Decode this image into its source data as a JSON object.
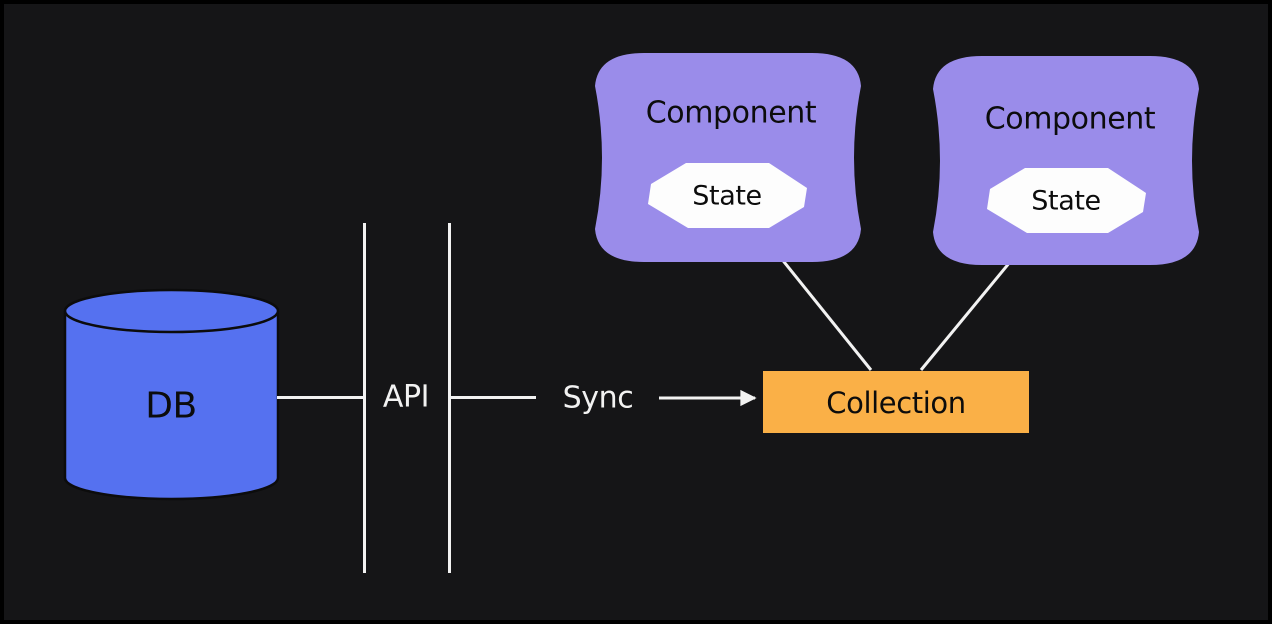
{
  "diagram": {
    "description": "Data flow diagram: DB syncs through an API boundary into a Collection, which feeds State inside two Components"
  },
  "colors": {
    "bg": "#151517",
    "border": "#000000",
    "line": "#F2F2F2",
    "purple": "#9A8CEA",
    "blue": "#5571F0",
    "orange": "#FAB047",
    "white-shape": "#FDFDFD",
    "ink": "#0C0C0C",
    "light-text": "#F2F2F2"
  },
  "nodes": {
    "db": {
      "label": "DB"
    },
    "api": {
      "label": "API"
    },
    "sync": {
      "label": "Sync"
    },
    "collection": {
      "label": "Collection"
    },
    "components": [
      {
        "label": "Component",
        "state": {
          "label": "State"
        }
      },
      {
        "label": "Component",
        "state": {
          "label": "State"
        }
      }
    ]
  },
  "connections": [
    {
      "from": "db",
      "to": "api-boundary",
      "style": "plain-line"
    },
    {
      "from": "api-boundary",
      "via": "sync",
      "to": "collection",
      "style": "arrow"
    },
    {
      "from": "collection",
      "to": "component-1-state",
      "style": "arrow"
    },
    {
      "from": "collection",
      "to": "component-2-state",
      "style": "arrow"
    }
  ]
}
